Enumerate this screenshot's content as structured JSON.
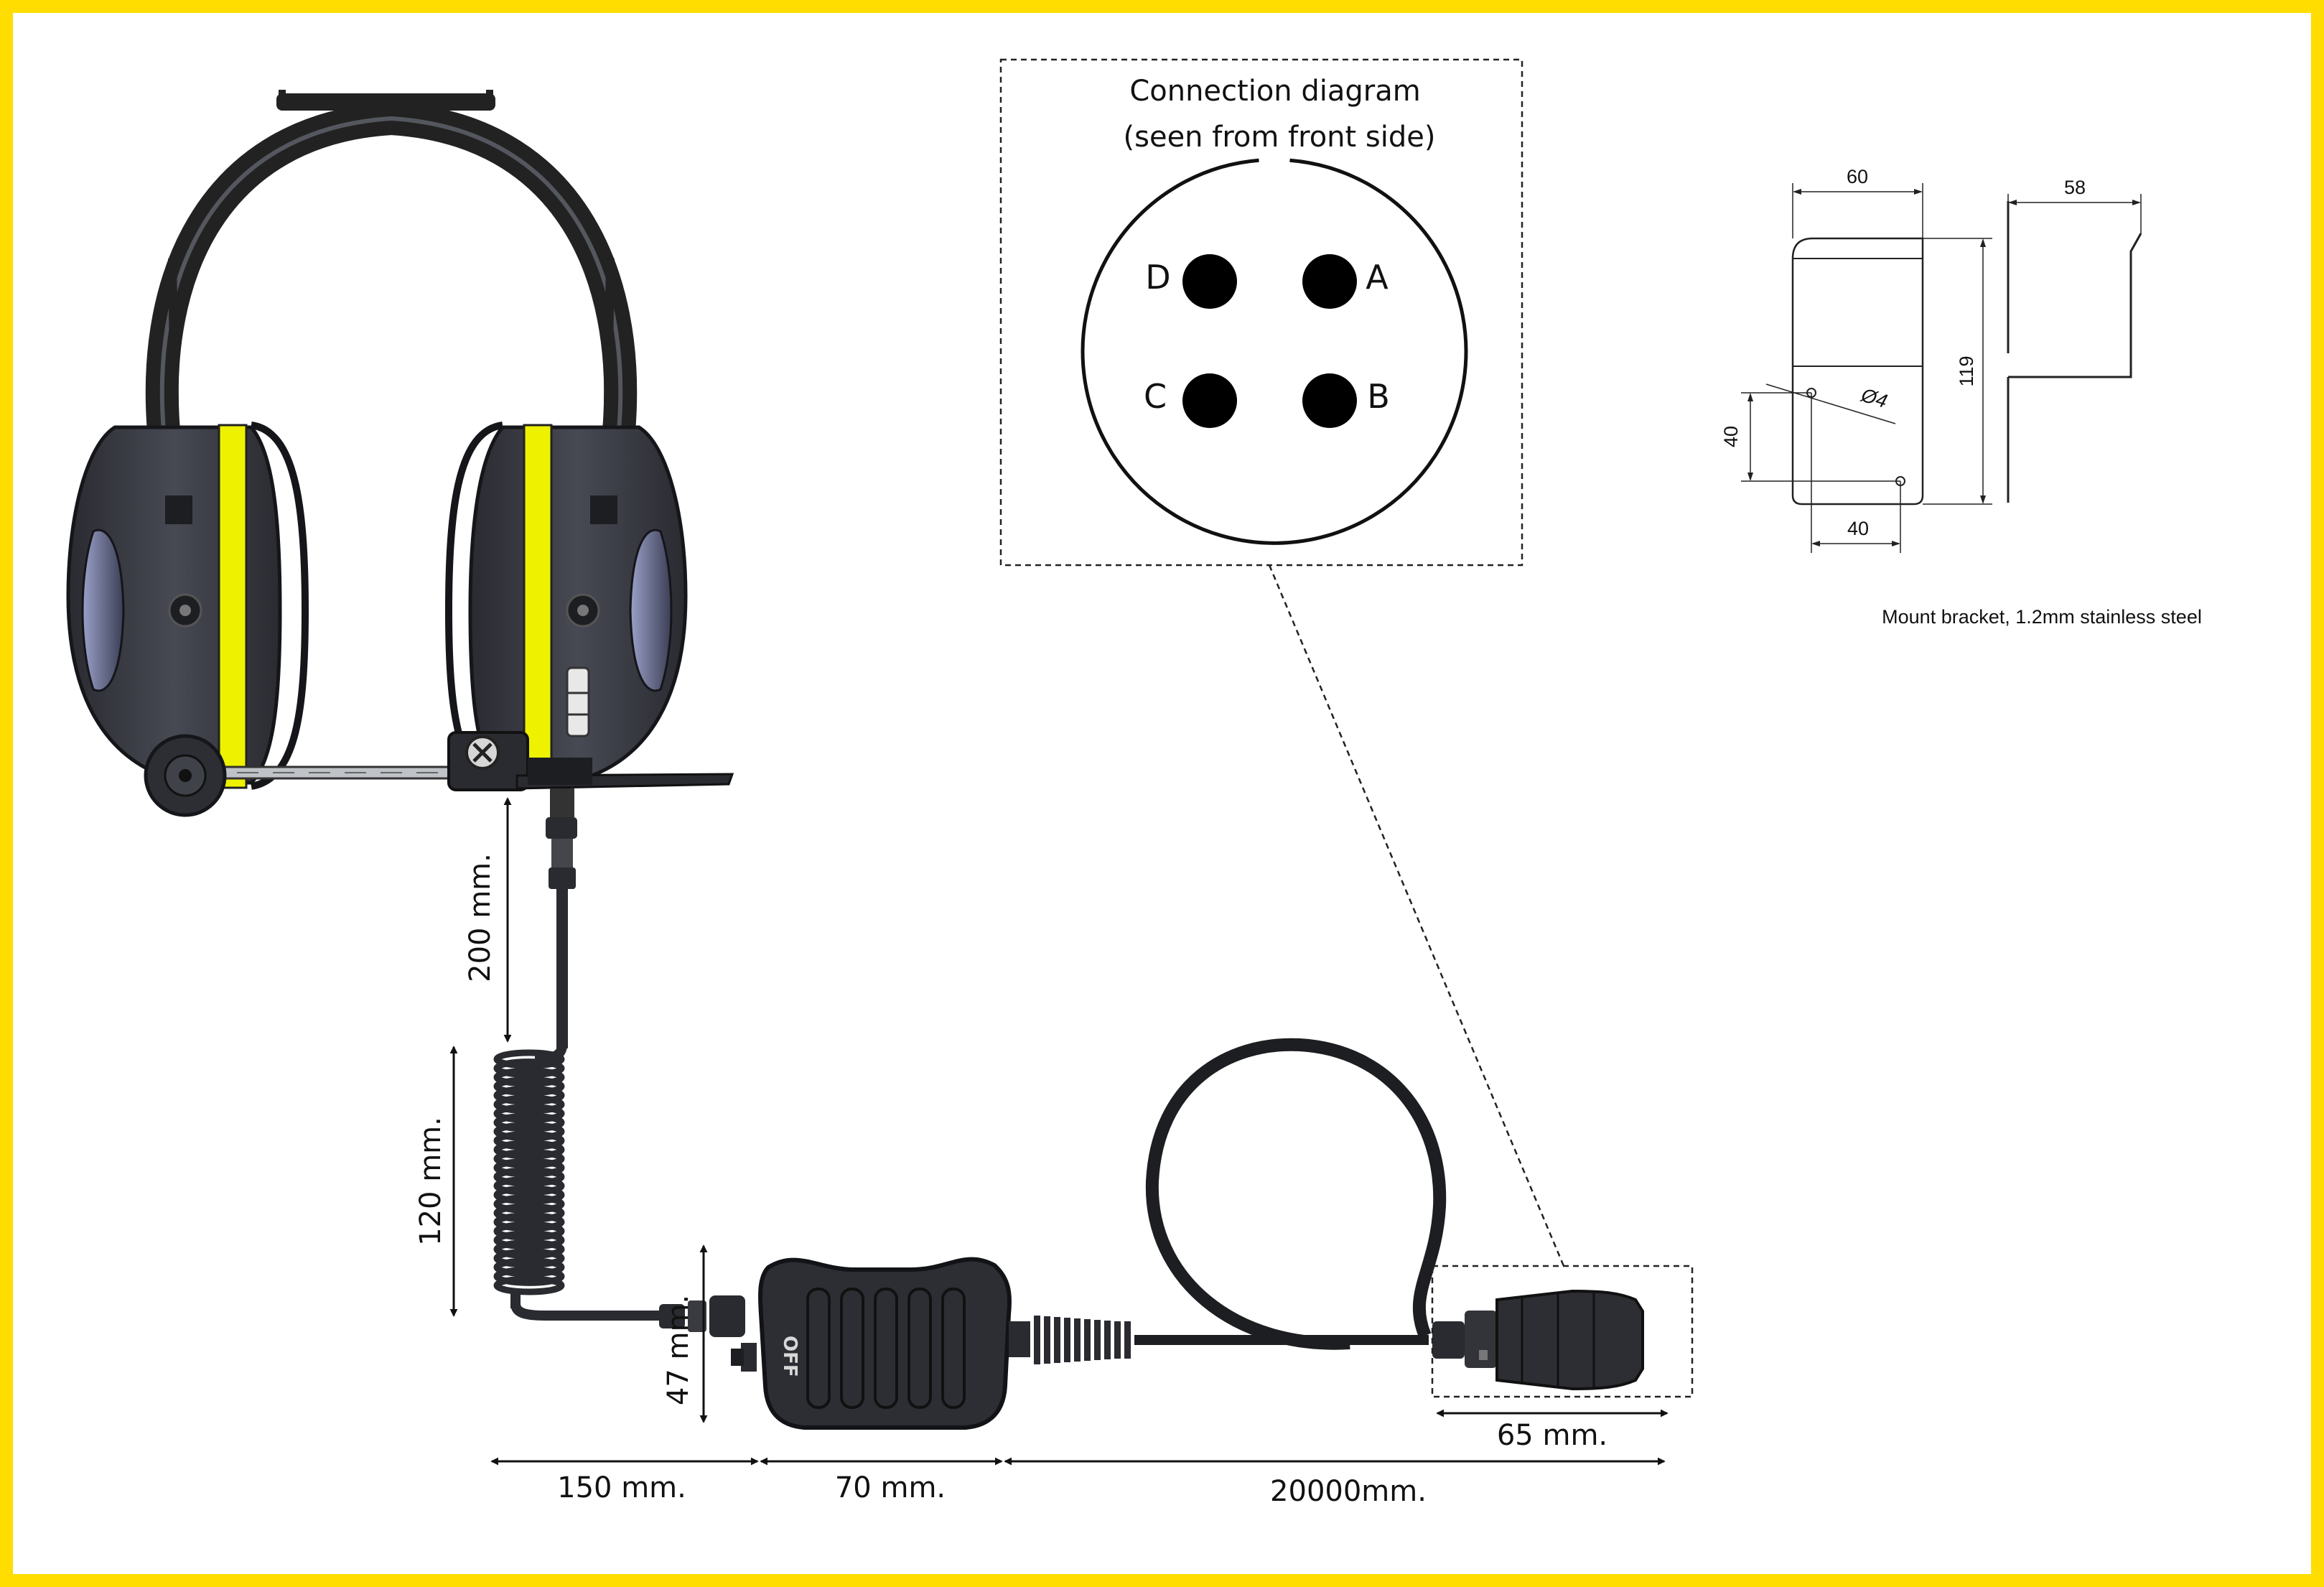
{
  "colors": {
    "frame": "#FFDD00",
    "cup_body": "#3a3c44",
    "cup_dark": "#1f2026",
    "reflective_stripe": "#EEF200",
    "line": "#111111"
  },
  "connection_diagram": {
    "title_line1": "Connection diagram",
    "title_line2": "(seen from front side)",
    "pins": [
      {
        "label": "D"
      },
      {
        "label": "A"
      },
      {
        "label": "C"
      },
      {
        "label": "B"
      }
    ]
  },
  "bracket": {
    "width_top": "60",
    "depth": "58",
    "height": "119",
    "hole_spacing_v": "40",
    "hole_spacing_h": "40",
    "hole_diameter": "Ø4",
    "caption": "Mount bracket, 1.2mm stainless steel"
  },
  "dimensions": {
    "mic_to_coil": "200 mm.",
    "coil_length": "120 mm.",
    "ptt_height": "47 mm.",
    "coil_to_ptt": "150 mm.",
    "ptt_width": "70 mm.",
    "cable_length": "20000mm.",
    "connector_length": "65 mm."
  },
  "ptt": {
    "switch_text": "OFF"
  }
}
